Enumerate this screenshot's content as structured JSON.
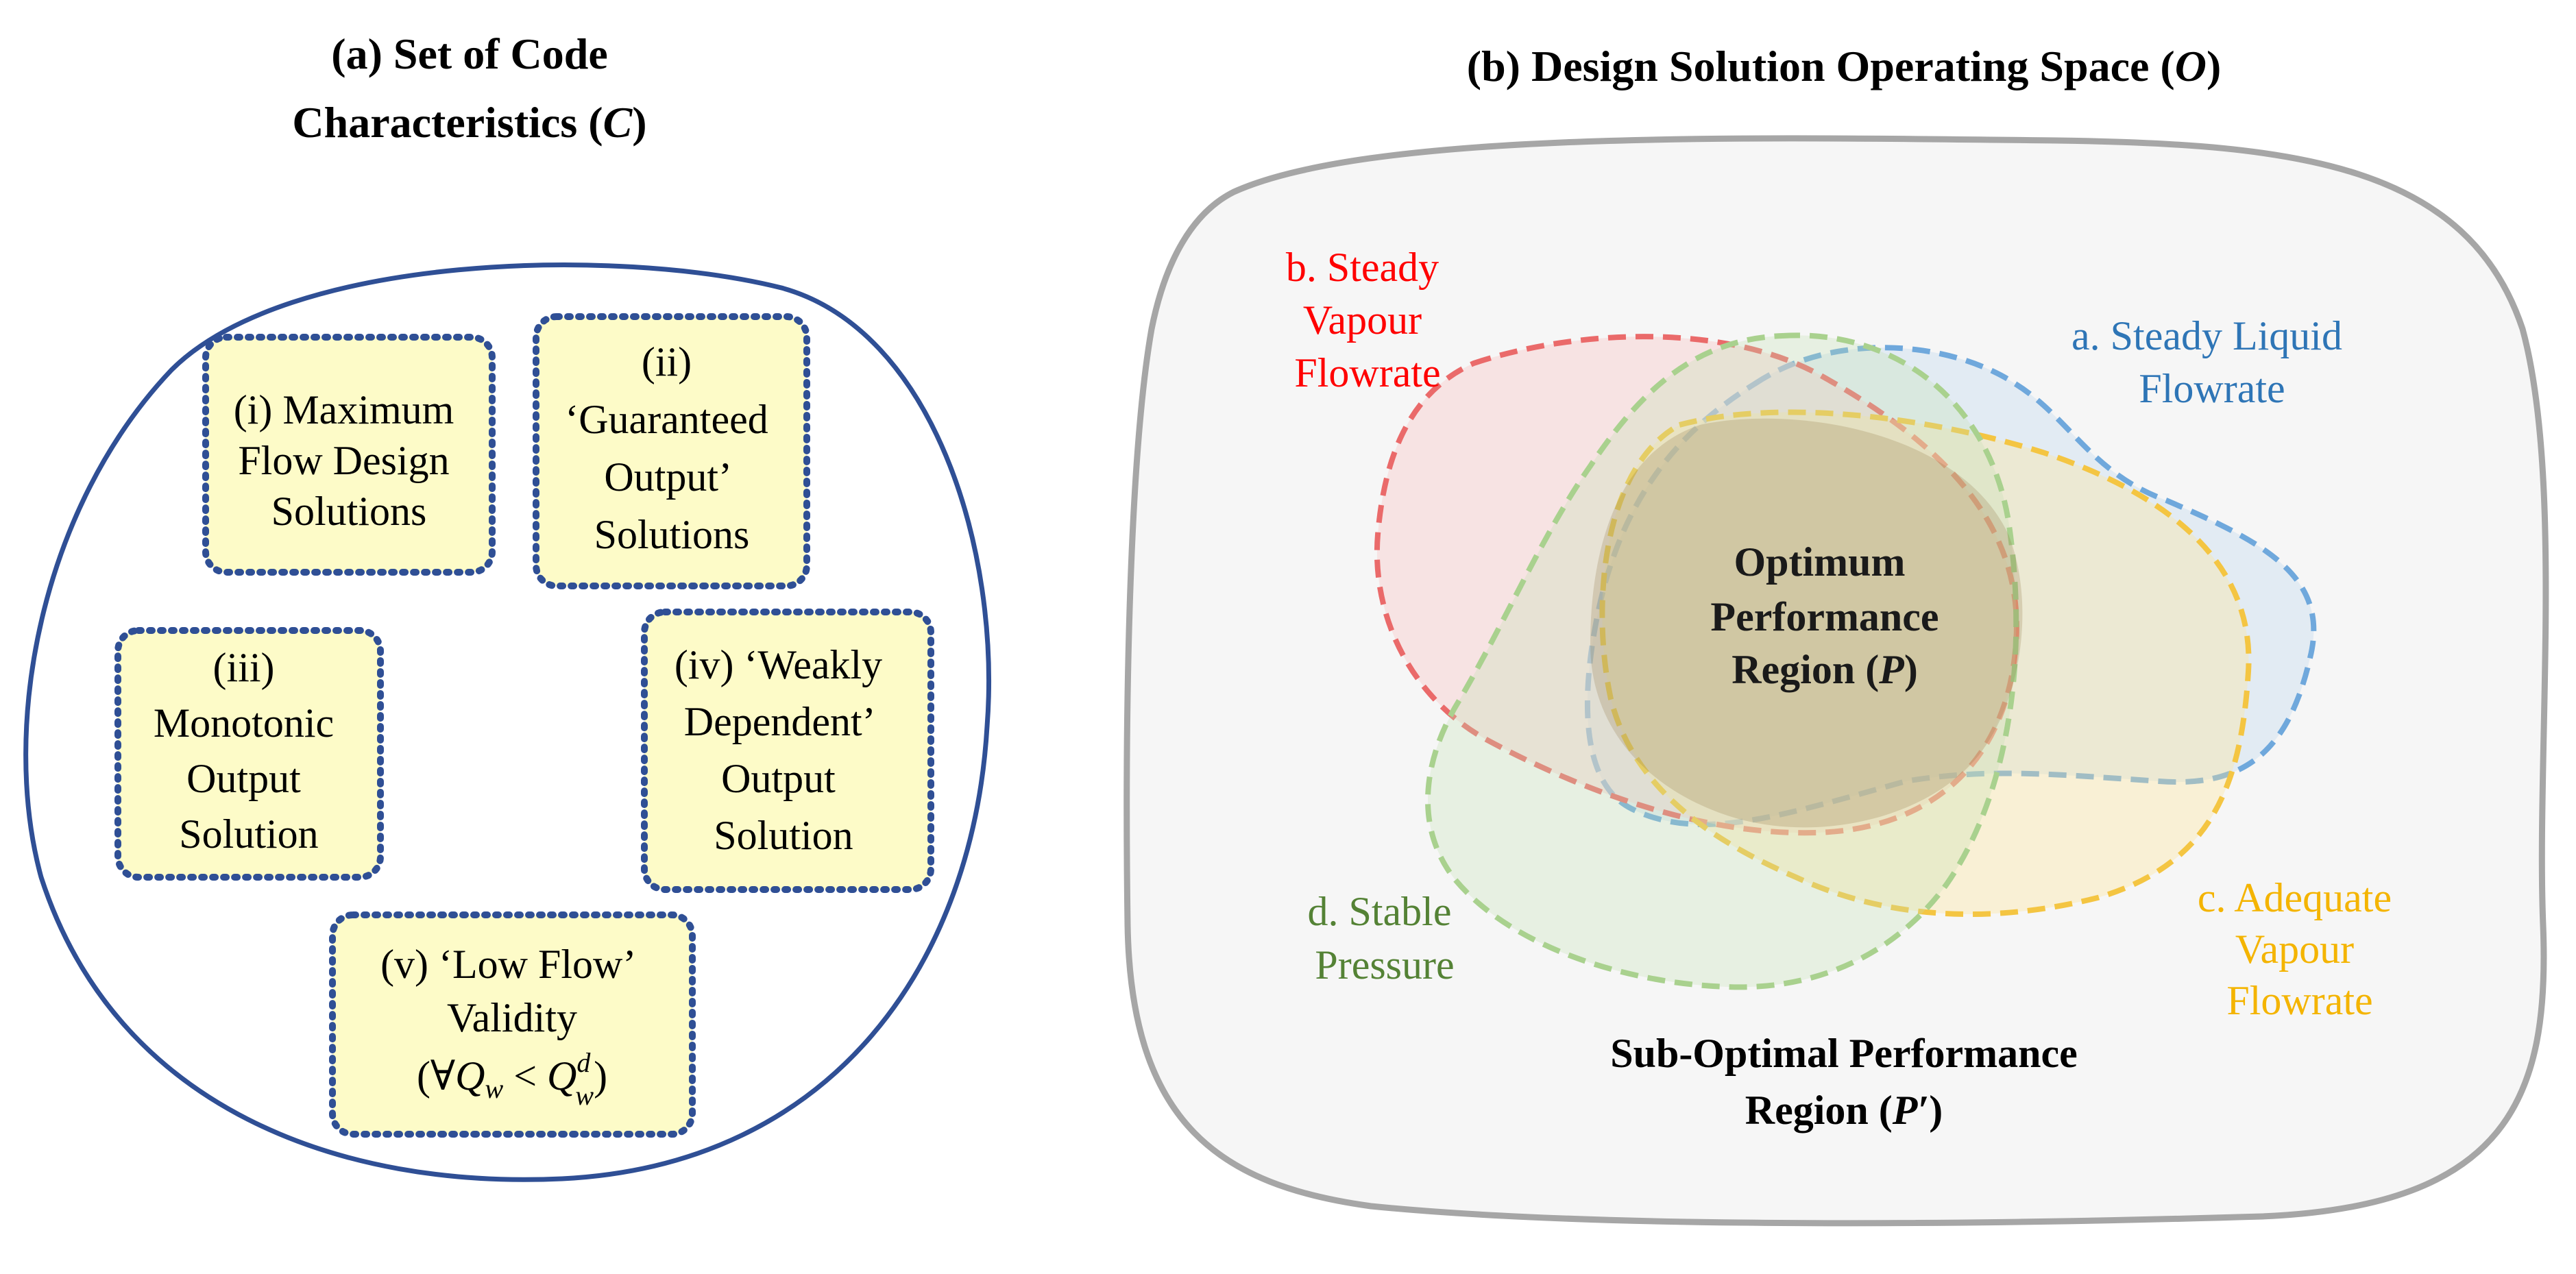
{
  "panel_a": {
    "title_line1": "(a) Set of Code",
    "title_line2_text": "Characteristics (",
    "title_line2_symbol": "C",
    "title_line2_close": ")",
    "items": [
      {
        "lines": [
          "(i) Maximum",
          "Flow Design",
          "Solutions"
        ]
      },
      {
        "lines": [
          "(ii)",
          "‘Guaranteed",
          "Output’",
          "Solutions"
        ]
      },
      {
        "lines": [
          "(iii)",
          "Monotonic",
          "Output",
          "Solution"
        ]
      },
      {
        "lines": [
          "(iv) ‘Weakly",
          "Dependent’",
          "Output",
          "Solution"
        ]
      },
      {
        "lines": [
          "(v) ‘Low Flow’",
          "Validity"
        ],
        "formula": "(∀Q_w < Q_w^d)"
      }
    ],
    "formula_parts": {
      "open": "(∀",
      "q": "Q",
      "w": "w",
      "lt": " < ",
      "q2": "Q",
      "sup": "d",
      "sub2": "w",
      "close": ")"
    }
  },
  "panel_b": {
    "title_text": "(b) Design Solution Operating Space (",
    "title_symbol": "O",
    "title_close": ")",
    "regions": {
      "a": {
        "lines": [
          "a. Steady Liquid",
          "Flowrate"
        ],
        "color": "#2e75b6"
      },
      "b": {
        "lines": [
          "b. Steady",
          "Vapour",
          "Flowrate"
        ],
        "color": "#ff0000"
      },
      "c": {
        "lines": [
          "c. Adequate",
          "Vapour",
          "Flowrate"
        ],
        "color": "#f4b400"
      },
      "d": {
        "lines": [
          "d. Stable",
          "Pressure"
        ],
        "color": "#548235"
      }
    },
    "optimum": {
      "line1": "Optimum",
      "line2": "Performance",
      "line3_text": "Region (",
      "line3_symbol": "P",
      "line3_close": ")"
    },
    "suboptimal": {
      "line1": "Sub-Optimal Performance",
      "line2_text": "Region (",
      "line2_symbol": "P′",
      "line2_close": ")"
    }
  },
  "colors": {
    "box_fill": "#fdfbc8",
    "box_border": "#2f4f95",
    "circle_border": "#2f4f95",
    "space_fill": "#f6f6f6",
    "space_border": "#a6a6a6",
    "optimum_fill": "#8a6d3b"
  }
}
